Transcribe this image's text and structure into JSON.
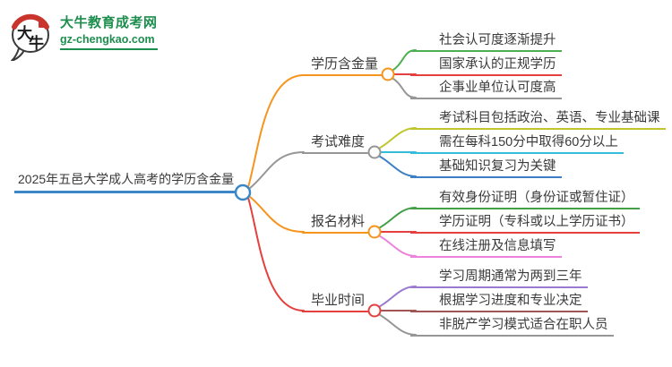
{
  "logo": {
    "icon_text_top": "大",
    "icon_text_bottom": "牛",
    "title": "大牛教育成考网",
    "url": "gz-chengkao.com",
    "brand_green": "#1e8e4e",
    "accent_red": "#c9342c",
    "outline_dark": "#3a3a3a"
  },
  "root": {
    "label": "2025年五邑大学成人高考的学历含金量",
    "color": "#3b87c8"
  },
  "branches": [
    {
      "label": "学历含金量",
      "color": "#f7941d",
      "children": [
        {
          "label": "社会认可度逐渐提升",
          "color": "#4caf50"
        },
        {
          "label": "国家承认的正规学历",
          "color": "#e5403d"
        },
        {
          "label": "企事业单位认可度高",
          "color": "#969696"
        }
      ]
    },
    {
      "label": "考试难度",
      "color": "#969696",
      "children": [
        {
          "label": "考试科目包括政治、英语、专业基础课",
          "color": "#c0c52e"
        },
        {
          "label": "需在每科150分中取得60分以上",
          "color": "#35bcd9"
        },
        {
          "label": "基础知识复习为关键",
          "color": "#3b7fc4"
        }
      ]
    },
    {
      "label": "报名材料",
      "color": "#f7941d",
      "children": [
        {
          "label": "有效身份证明（身份证或暂住证）",
          "color": "#43a047"
        },
        {
          "label": "学历证明（专科或以上学历证书）",
          "color": "#e5403d"
        },
        {
          "label": "在线注册及信息填写",
          "color": "#ec82dc"
        }
      ]
    },
    {
      "label": "毕业时间",
      "color": "#e5403d",
      "children": [
        {
          "label": "学习周期通常为两到三年",
          "color": "#9b79d0"
        },
        {
          "label": "根据学习进度和专业决定",
          "color": "#a15555"
        },
        {
          "label": "非脱产学习模式适合在职人员",
          "color": "#969696"
        }
      ]
    }
  ]
}
